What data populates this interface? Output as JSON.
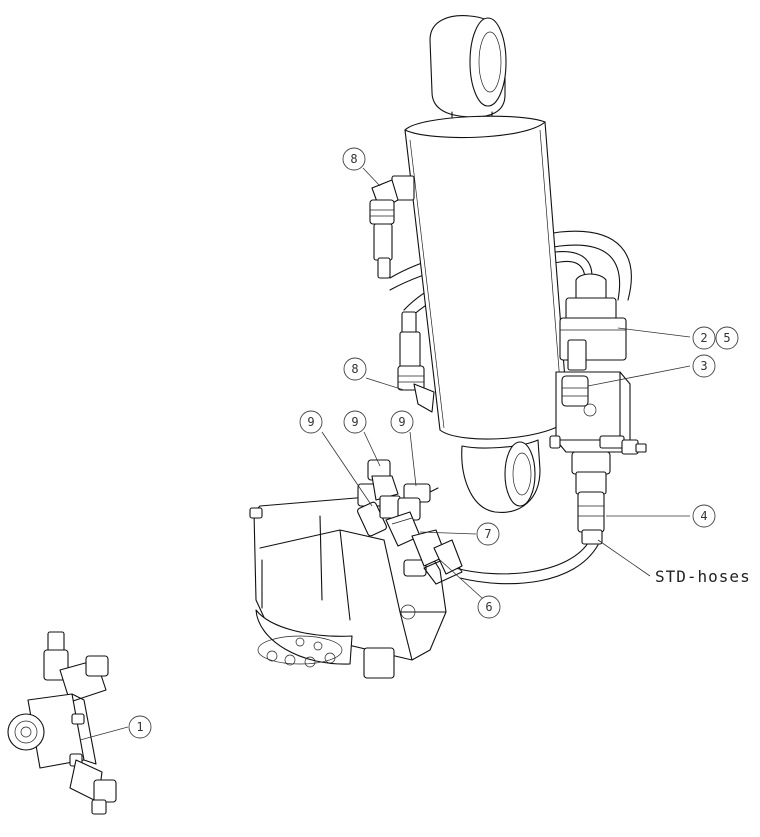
{
  "balloons": [
    {
      "label": "8",
      "target": "elbow-fitting-upper"
    },
    {
      "label": "8",
      "target": "elbow-fitting-lower"
    },
    {
      "label": "2",
      "target": "solenoid-valve"
    },
    {
      "label": "5",
      "target": "solenoid-valve"
    },
    {
      "label": "3",
      "target": "valve-fitting"
    },
    {
      "label": "4",
      "target": "hose-adapter"
    },
    {
      "label": "9",
      "target": "pump-fitting-left"
    },
    {
      "label": "9",
      "target": "pump-fitting-middle"
    },
    {
      "label": "9",
      "target": "pump-fitting-right"
    },
    {
      "label": "7",
      "target": "pump-connector"
    },
    {
      "label": "6",
      "target": "pump-port-fitting"
    },
    {
      "label": "1",
      "target": "valve-block-subassembly"
    }
  ],
  "note": {
    "label": "STD-hoses"
  },
  "colors": {
    "line": "#111111",
    "balloon_text": "#333333",
    "background": "#ffffff"
  }
}
